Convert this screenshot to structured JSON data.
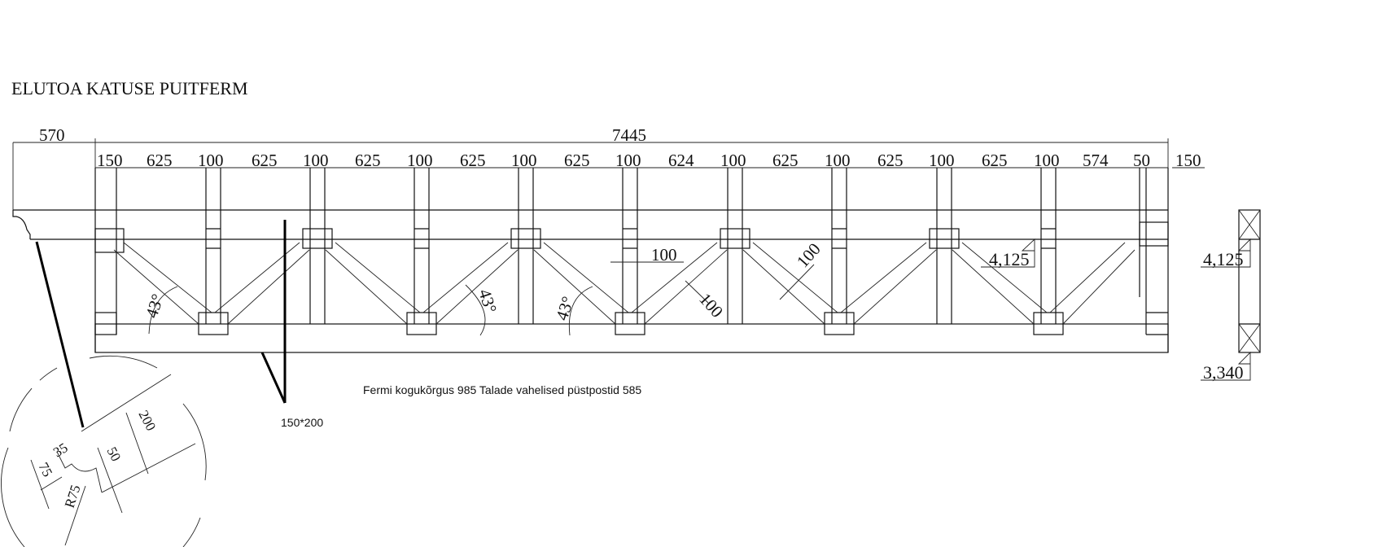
{
  "title": "ELUTOA KATUSE PUITFERM",
  "dims": {
    "overhang": "570",
    "overall": "7445",
    "segments": [
      "150",
      "625",
      "100",
      "625",
      "100",
      "625",
      "100",
      "625",
      "100",
      "625",
      "100",
      "624",
      "100",
      "625",
      "100",
      "625",
      "100",
      "625",
      "100",
      "574",
      "50",
      "150"
    ],
    "member_width_a": "100",
    "member_width_b": "100",
    "member_width_c": "100",
    "angles": [
      "43°",
      "43°",
      "43°"
    ],
    "level_top": "4,125",
    "level_section_top": "4,125",
    "level_section_bottom": "3,340"
  },
  "notes": {
    "description": "Fermi kogukõrgus 985 Talade vahelised püstpostid 585",
    "section_size": "150*200"
  },
  "detail": {
    "d200": "200",
    "d35": "35",
    "d50": "50",
    "d75": "75",
    "r75": "R75"
  }
}
